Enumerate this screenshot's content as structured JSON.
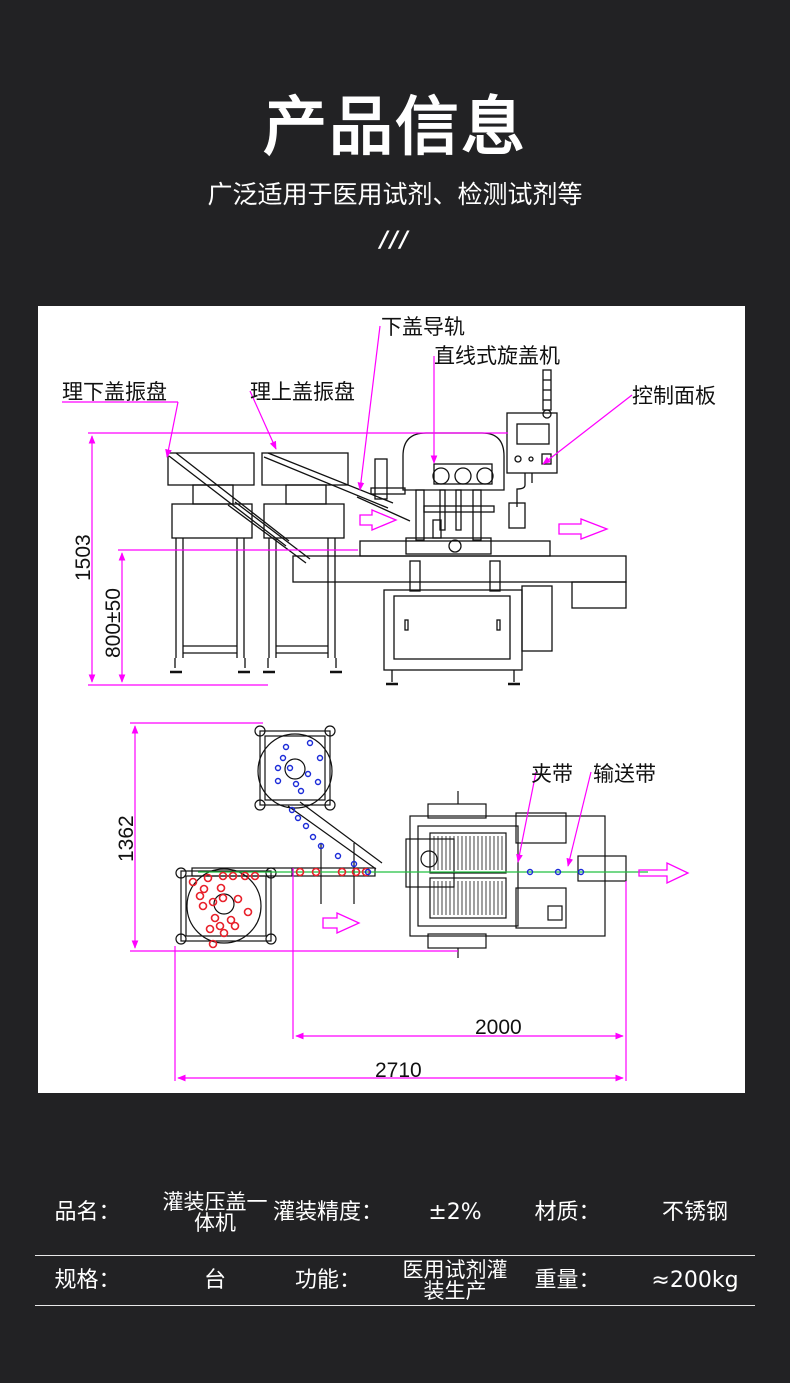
{
  "header": {
    "title": "产品信息",
    "subtitle": "广泛适用于医用试剂、检测试剂等",
    "decoration": "///"
  },
  "drawing": {
    "side_view": {
      "labels": {
        "bottom_cap_feeder": "理下盖振盘",
        "top_cap_feeder": "理上盖振盘",
        "bottom_cap_rail": "下盖导轨",
        "linear_capper": "直线式旋盖机",
        "control_panel": "控制面板"
      },
      "dimensions": {
        "total_height": "1503",
        "conveyor_height": "800±50"
      }
    },
    "top_view": {
      "labels": {
        "clamp_belt": "夹带",
        "conveyor_belt": "输送带"
      },
      "dimensions": {
        "depth": "1362",
        "conveyor_length": "2000",
        "total_length": "2710"
      }
    },
    "colors": {
      "annotation": "#ff00ff",
      "line": "#111111",
      "cap_red": "#e8202a",
      "cap_blue": "#1a2ad8",
      "centerline": "#22c040"
    }
  },
  "specs": {
    "rows": [
      [
        {
          "label": "品名：",
          "value": "灌装压盖一体机"
        },
        {
          "label": "灌装精度：",
          "value": "±2%"
        },
        {
          "label": "材质：",
          "value": "不锈钢"
        }
      ],
      [
        {
          "label": "规格：",
          "value": "台"
        },
        {
          "label": "功能：",
          "value": "医用试剂灌装生产"
        },
        {
          "label": "重量：",
          "value": "≈200kg"
        }
      ]
    ]
  }
}
